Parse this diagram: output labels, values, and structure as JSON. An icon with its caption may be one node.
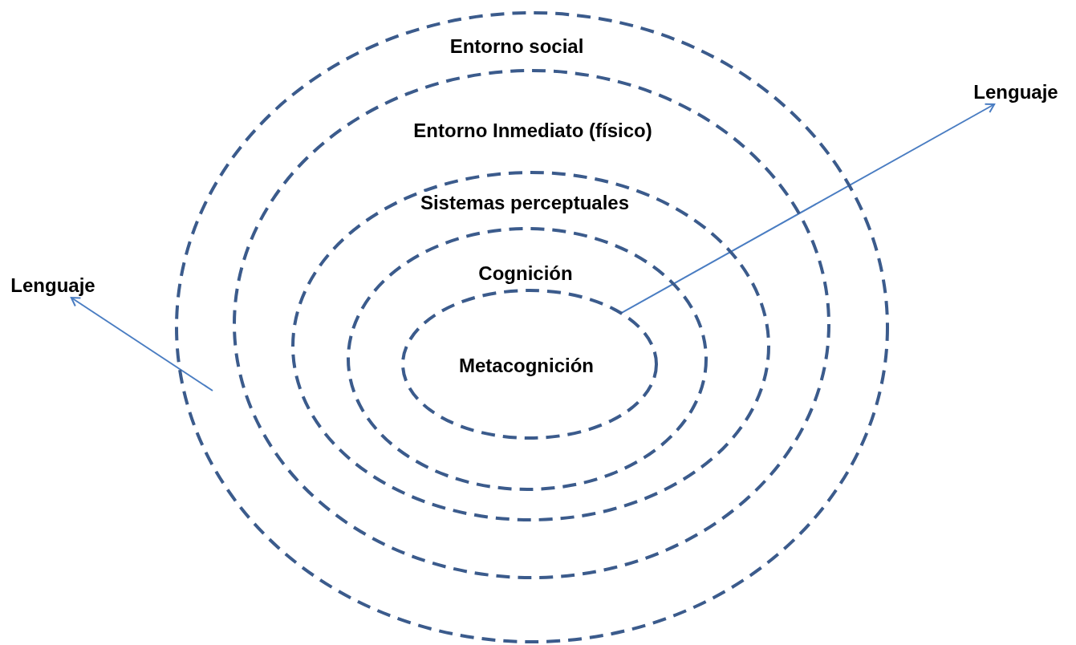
{
  "diagram": {
    "nodes": [
      {
        "text": [
          "Entorno social"
        ]
      },
      {
        "text": [
          "Entorno Inmediato (físico)"
        ],
        "in": 0
      },
      {
        "text": [
          "Sistemas perceptuales"
        ],
        "in": 1
      },
      {
        "text": [
          "Cognición"
        ],
        "in": 2
      },
      {
        "text": [
          "Metacognición"
        ],
        "in": 3
      },
      {
        "text": [
          "Lenguaje"
        ]
      },
      {
        "text": [
          "Lenguaje"
        ]
      }
    ],
    "edges": [
      {
        "from": 4,
        "to": 5,
        "arrow": "to"
      },
      {
        "from": null,
        "to": 6,
        "arrow": "to"
      }
    ]
  }
}
